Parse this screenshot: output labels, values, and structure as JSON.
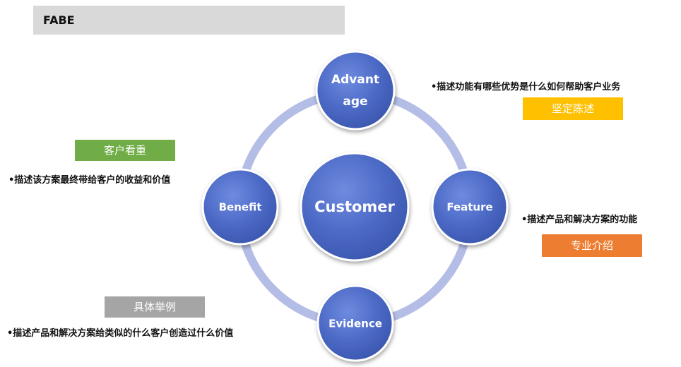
{
  "header": {
    "title": "FABE"
  },
  "diagram": {
    "center": "Customer",
    "nodes": {
      "advantage": {
        "line1": "Advant",
        "line2": "age"
      },
      "feature": "Feature",
      "benefit": "Benefit",
      "evidence": "Evidence"
    }
  },
  "annotations": {
    "advantage": {
      "desc": "•描述功能有哪些优势是什么如何帮助客户业务",
      "tag": "坚定陈述"
    },
    "feature": {
      "desc": "•描述产品和解决方案的功能",
      "tag": "专业介绍"
    },
    "benefit": {
      "desc": "•描述该方案最终带给客户的收益和价值",
      "tag": "客户看重"
    },
    "evidence": {
      "desc": "•描述产品和解决方案给类似的什么客户创造过什么价值",
      "tag": "具体举例"
    }
  },
  "colors": {
    "node_blue": "#4a68c4",
    "ring": "#b4bde6",
    "tag_green": "#70ad47",
    "tag_yellow": "#ffc000",
    "tag_orange": "#ed7d31",
    "tag_gray": "#a5a5a5"
  }
}
